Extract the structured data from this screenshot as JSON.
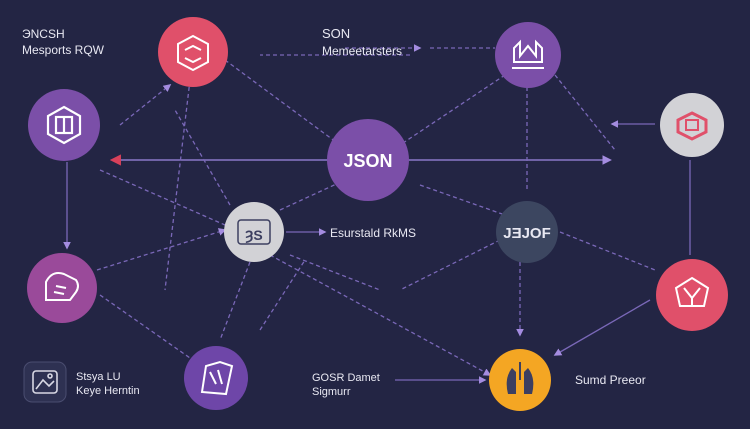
{
  "labels": {
    "top_left_line1": "ЭNCSH",
    "top_left_line2": "Mesports RQW",
    "top_center_line1": "SON",
    "top_center_line2": "Memeetarsters",
    "mid_label": "Esurstald RkMS",
    "bottom_left_line1": "Stsya LU",
    "bottom_left_line2": "Keye Herntin",
    "bottom_center_line1": "GOSR Damet",
    "bottom_center_line2": "Sigmurr",
    "bottom_right": "Sumd Preeor"
  },
  "nodes": {
    "json_text": "JSON",
    "gray_center_text": "ȜS",
    "dark_text": "JƎJOF"
  },
  "colors": {
    "background": "#232544",
    "purple": "#7b4fa8",
    "coral": "#e0506a",
    "gray": "#d2d2d6",
    "dark_teal": "#3c4660",
    "orange": "#f4a623",
    "arrow": "#8c7ad0",
    "arrow_red": "#d8405a"
  }
}
